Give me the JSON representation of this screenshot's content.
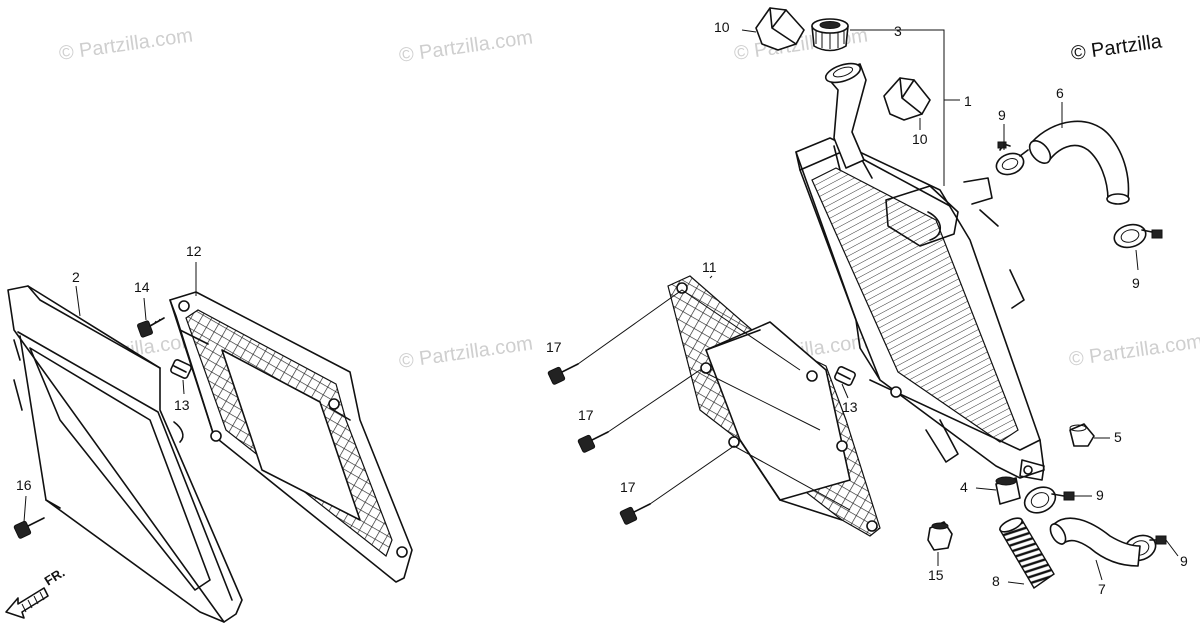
{
  "copyright": "© Partzilla",
  "watermark": "© Partzilla.com",
  "front_marker": "FR.",
  "callouts": [
    {
      "id": "c1",
      "number": "1"
    },
    {
      "id": "c2",
      "number": "2"
    },
    {
      "id": "c3",
      "number": "3"
    },
    {
      "id": "c4",
      "number": "4"
    },
    {
      "id": "c5",
      "number": "5"
    },
    {
      "id": "c6",
      "number": "6"
    },
    {
      "id": "c7",
      "number": "7"
    },
    {
      "id": "c8",
      "number": "8"
    },
    {
      "id": "c9a",
      "number": "9"
    },
    {
      "id": "c9b",
      "number": "9"
    },
    {
      "id": "c9c",
      "number": "9"
    },
    {
      "id": "c9d",
      "number": "9"
    },
    {
      "id": "c10a",
      "number": "10"
    },
    {
      "id": "c10b",
      "number": "10"
    },
    {
      "id": "c11",
      "number": "11"
    },
    {
      "id": "c12",
      "number": "12"
    },
    {
      "id": "c13a",
      "number": "13"
    },
    {
      "id": "c13b",
      "number": "13"
    },
    {
      "id": "c14",
      "number": "14"
    },
    {
      "id": "c15",
      "number": "15"
    },
    {
      "id": "c16",
      "number": "16"
    },
    {
      "id": "c17a",
      "number": "17"
    },
    {
      "id": "c17b",
      "number": "17"
    },
    {
      "id": "c17c",
      "number": "17"
    }
  ]
}
